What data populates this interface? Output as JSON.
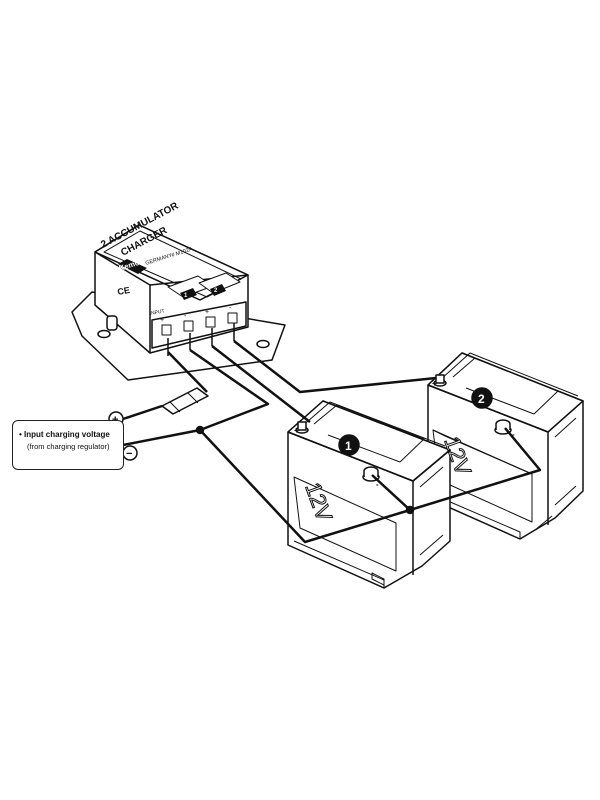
{
  "charger": {
    "title_line1": "2 ACCUMULATOR",
    "title_line2": "CHARGER",
    "brand": "Kemo",
    "origin": "GERMANY",
    "model": "# M102A",
    "ce_mark": "CE",
    "input_label": "INPUT",
    "terminal_labels": [
      "+",
      "-",
      "+",
      "-"
    ],
    "channel_1": "1",
    "channel_2": "2"
  },
  "input": {
    "plus_symbol": "+",
    "minus_symbol": "−",
    "line1": "• Input charging voltage",
    "line2": "(from charging regulator)"
  },
  "battery_1": {
    "number": "1",
    "voltage": "12V",
    "plus": "+",
    "minus": "-"
  },
  "battery_2": {
    "number": "2",
    "voltage": "12V",
    "plus": "+",
    "minus": "-"
  },
  "colors": {
    "line": "#111111",
    "fill": "#ffffff",
    "shade": "#e9e9e9"
  }
}
